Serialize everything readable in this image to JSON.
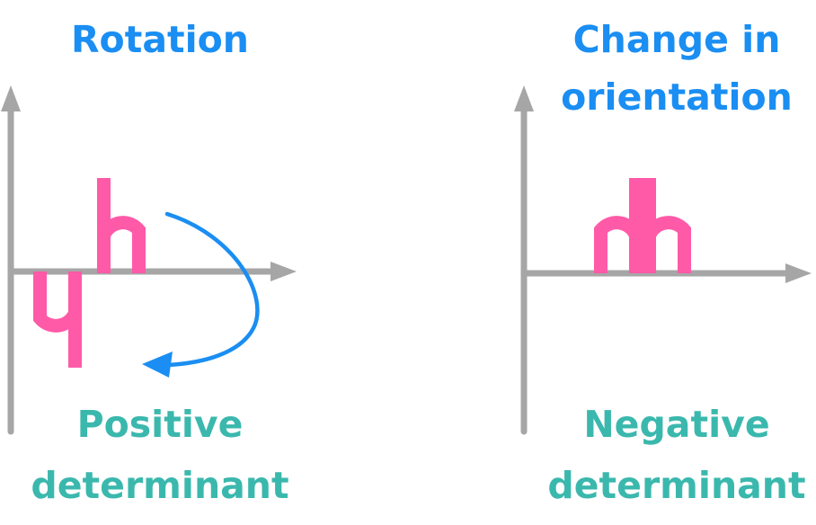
{
  "colors": {
    "title": "#1a8ef2",
    "caption": "#3bb8ad",
    "axis": "#a6a6a6",
    "glyph": "#ff5aa8",
    "arrow": "#1a8ef2"
  },
  "left_panel": {
    "title": "Rotation",
    "caption_line1": "Positive",
    "caption_line2": "determinant"
  },
  "right_panel": {
    "title_line1": "Change in",
    "title_line2": "orientation",
    "caption_line1": "Negative",
    "caption_line2": "determinant"
  },
  "icons": {
    "letter": "letter-h-icon",
    "rotation_arrow": "curved-arrow-icon"
  }
}
